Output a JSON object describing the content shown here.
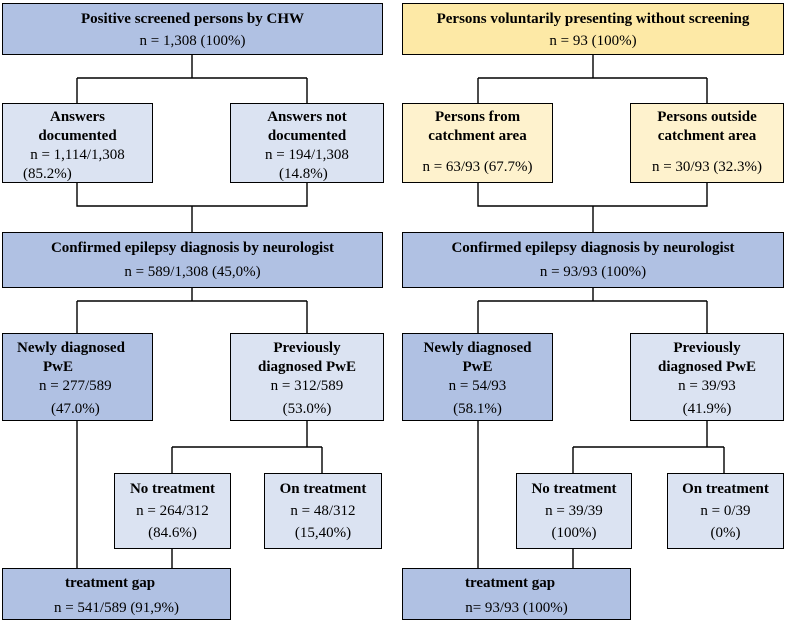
{
  "left": {
    "top": {
      "title": "Positive screened persons by CHW",
      "count": "n = 1,308 (100%)"
    },
    "answers_documented": {
      "line1": "Answers",
      "line2": "documented",
      "count1": "n = 1,114/1,308",
      "count2": "(85.2%)"
    },
    "answers_not_documented": {
      "line1": "Answers not",
      "line2": "documented",
      "count1": "n = 194/1,308",
      "count2": "(14.8%)"
    },
    "confirmed": {
      "title": "Confirmed epilepsy diagnosis by neurologist",
      "count": "n = 589/1,308 (45,0%)"
    },
    "newly": {
      "line1": "Newly diagnosed",
      "line2": "PwE",
      "count1": "n = 277/589",
      "count2": "(47.0%)"
    },
    "previously": {
      "line1": "Previously",
      "line2": "diagnosed PwE",
      "count1": "n = 312/589",
      "count2": "(53.0%)"
    },
    "no_treatment": {
      "title": "No treatment",
      "count1": "n = 264/312",
      "count2": "(84.6%)"
    },
    "on_treatment": {
      "title": "On treatment",
      "count1": "n = 48/312",
      "count2": "(15,40%)"
    },
    "gap": {
      "title": "treatment gap",
      "count": "n = 541/589 (91,9%)"
    }
  },
  "right": {
    "top": {
      "title": "Persons voluntarily presenting without screening",
      "count": "n = 93 (100%)"
    },
    "from_catchment": {
      "line1": "Persons from",
      "line2": "catchment area",
      "count": "n = 63/93 (67.7%)"
    },
    "outside_catchment": {
      "line1": "Persons outside",
      "line2": "catchment area",
      "count": "n = 30/93 (32.3%)"
    },
    "confirmed": {
      "title": "Confirmed epilepsy diagnosis by neurologist",
      "count": "n = 93/93 (100%)"
    },
    "newly": {
      "line1": "Newly diagnosed",
      "line2": "PwE",
      "count1": "n = 54/93",
      "count2": "(58.1%)"
    },
    "previously": {
      "line1": "Previously",
      "line2": "diagnosed PwE",
      "count1": "n = 39/93",
      "count2": "(41.9%)"
    },
    "no_treatment": {
      "title": "No treatment",
      "count1": "n = 39/39",
      "count2": "(100%)"
    },
    "on_treatment": {
      "title": "On treatment",
      "count1": "n = 0/39",
      "count2": "(0%)"
    },
    "gap": {
      "title": "treatment gap",
      "count": "n= 93/93 (100%)"
    }
  },
  "colors": {
    "dark_blue": "#b0c1e3",
    "light_blue": "#dbe3f2",
    "yellow": "#fde9a6",
    "light_yellow": "#fef2cd"
  }
}
